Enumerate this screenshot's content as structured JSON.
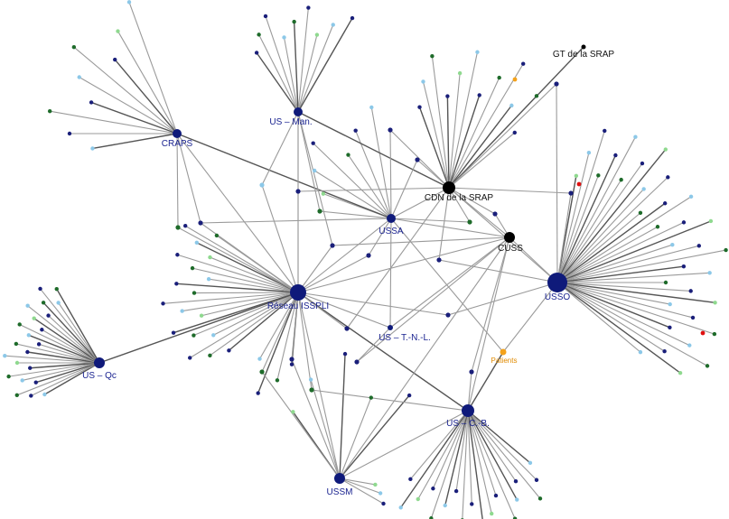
{
  "colors": {
    "hub": "#0f1a7a",
    "hub_dark": "#000000",
    "leaf_navy": "#1a1f7a",
    "leaf_lightblue": "#8cc8e8",
    "leaf_green": "#1e6b2a",
    "leaf_lightgreen": "#8fd98f",
    "leaf_red": "#e01010",
    "leaf_orange": "#f4a21a",
    "label_blue": "#1a2390",
    "label_black": "#111111",
    "label_orange": "#e08a00",
    "edge": "#9a9a9a"
  },
  "hubs": [
    {
      "id": "us_man",
      "label": "US – Man.",
      "color_key": "hub",
      "label_color_key": "label_blue"
    },
    {
      "id": "craps",
      "label": "CRAPS",
      "color_key": "hub",
      "label_color_key": "label_blue"
    },
    {
      "id": "gt_srap",
      "label": "GT de la SRAP",
      "color_key": "hub_dark",
      "label_color_key": "label_black"
    },
    {
      "id": "cdn_srap",
      "label": "CDN de la SRAP",
      "color_key": "hub_dark",
      "label_color_key": "label_black"
    },
    {
      "id": "ussa",
      "label": "USSA",
      "color_key": "hub",
      "label_color_key": "label_blue"
    },
    {
      "id": "cuss",
      "label": "CUSS",
      "color_key": "hub_dark",
      "label_color_key": "label_black"
    },
    {
      "id": "usso",
      "label": "USSO",
      "color_key": "hub",
      "label_color_key": "label_blue"
    },
    {
      "id": "reseau",
      "label": "Réseau ISSPLI",
      "color_key": "hub",
      "label_color_key": "label_blue"
    },
    {
      "id": "us_tnl",
      "label": "US – T.-N.-L.",
      "color_key": "hub",
      "label_color_key": "label_blue"
    },
    {
      "id": "us_qc",
      "label": "US – Qc",
      "color_key": "hub",
      "label_color_key": "label_blue"
    },
    {
      "id": "patients",
      "label": "Patients",
      "color_key": "leaf_orange",
      "label_color_key": "label_orange"
    },
    {
      "id": "us_cb",
      "label": "US – C.-B.",
      "color_key": "hub",
      "label_color_key": "label_blue"
    },
    {
      "id": "ussm",
      "label": "USSM",
      "color_key": "hub",
      "label_color_key": "label_blue"
    }
  ]
}
